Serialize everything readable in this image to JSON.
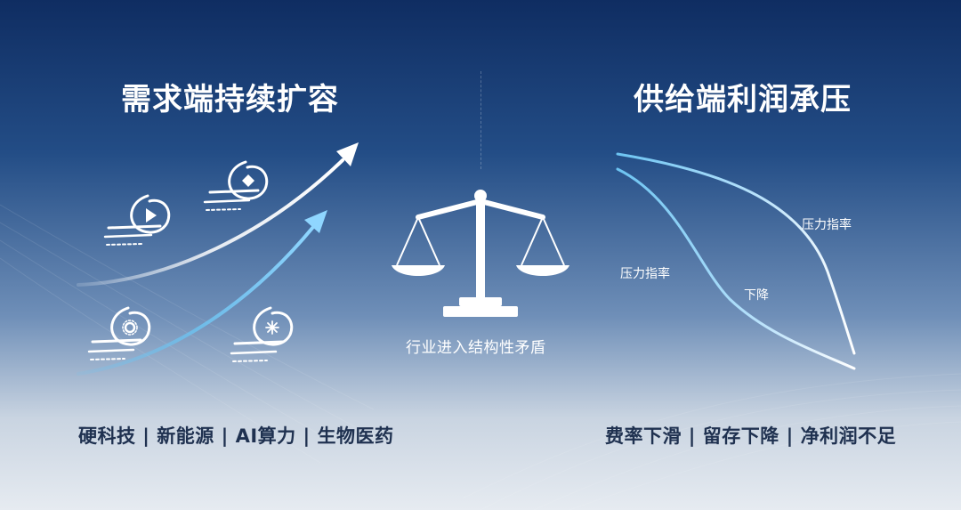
{
  "left": {
    "title": "需求端持续扩容",
    "bottom_text": "硬科技 | 新能源 | AI算力 | 生物医药"
  },
  "center": {
    "caption": "行业进入结构性矛盾"
  },
  "right": {
    "title": "供给端利润承压",
    "bottom_text": "费率下滑 | 留存下降 | 净利润不足",
    "curve_labels": {
      "upper": "压力指率",
      "lower": "压力指率",
      "decline": "下降"
    }
  },
  "colors": {
    "background_top": "#0f2d62",
    "background_bottom": "#e6ebf1",
    "accent_blue": "#6cc4f2",
    "text_white": "#ffffff",
    "text_dark": "#1f3150"
  },
  "icons": [
    "swirl-play-icon",
    "swirl-gem-icon",
    "swirl-gear-icon",
    "swirl-star-icon",
    "balance-scale-icon"
  ]
}
